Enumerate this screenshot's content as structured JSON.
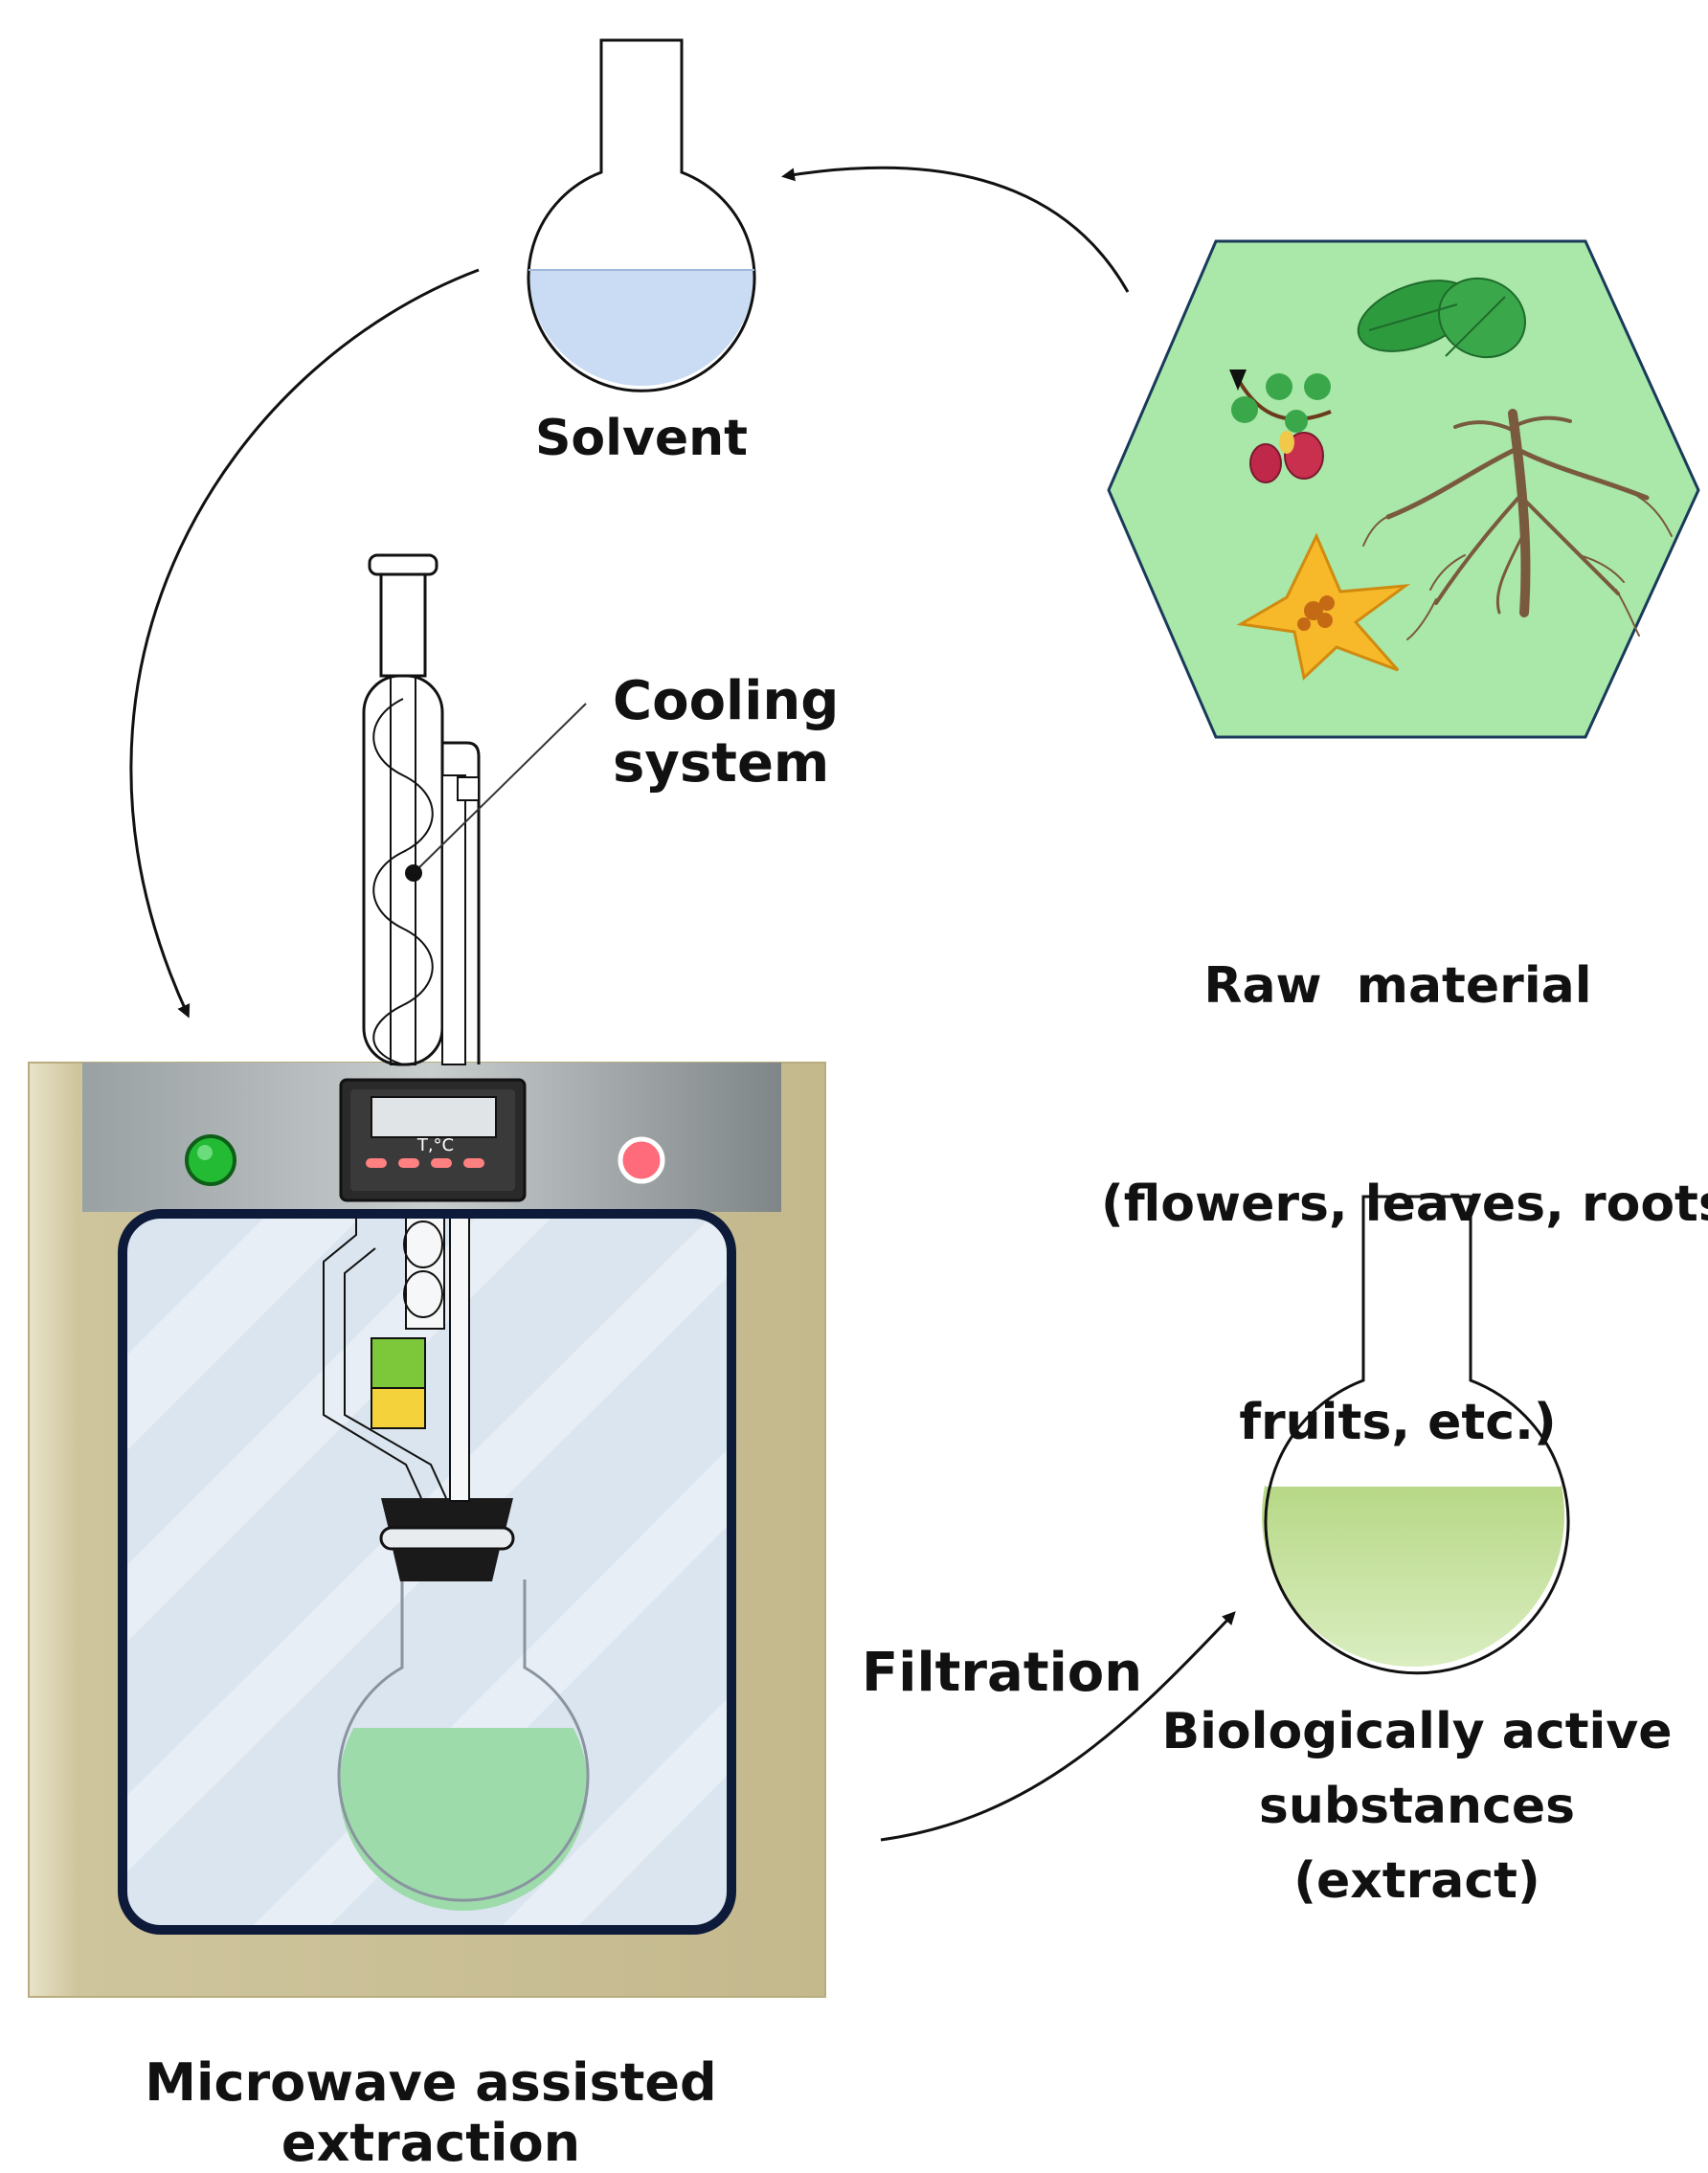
{
  "labels": {
    "solvent": "Solvent",
    "cooling_system": "Cooling system",
    "raw_material_line1": "Raw  material",
    "raw_material_line2": "(flowers, leaves, roots,",
    "raw_material_line3": "fruits, etc.)",
    "filtration": "Filtration",
    "extract_line1": "Biologically active",
    "extract_line2": "substances (extract)",
    "microwave": "Microwave assisted extraction",
    "display_unit": "T,°C"
  },
  "colors": {
    "solvent_liquid": "#c9dcf4",
    "extract_liquid": "#bcdc8c",
    "reaction_liquid": "#9ddbab",
    "hexagon_fill": "#a9e8a9",
    "hexagon_border": "#1a3a5a",
    "oven_body": "#cfc59d",
    "oven_panel": "#8f9698",
    "window_glass": "#dbe5ef",
    "window_border": "#0e1a3a",
    "button_green": "#22bb33",
    "button_red": "#ff6b7a",
    "sample_green": "#7cc83a",
    "sample_yellow": "#f4d23c"
  }
}
